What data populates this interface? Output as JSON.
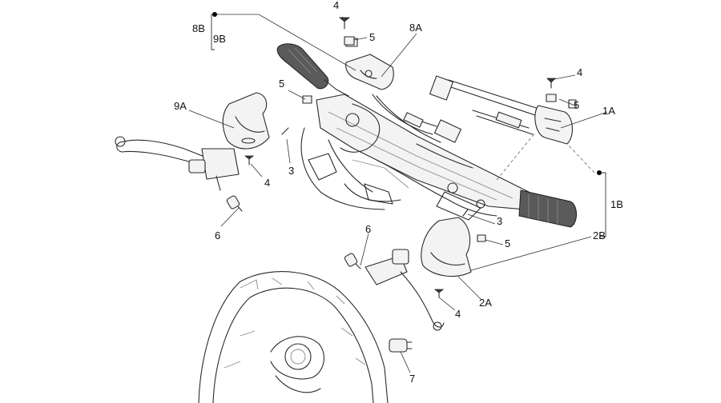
{
  "callouts": {
    "c4_top": "4",
    "c5_top": "5",
    "c8b": "8B",
    "c9b": "9B",
    "c8a": "8A",
    "c4_right_top": "4",
    "c5_right_top": "5",
    "c1a": "1A",
    "c5_left": "5",
    "c9a": "9A",
    "c3_left": "3",
    "c4_left": "4",
    "c6_left": "6",
    "c1b": "1B",
    "c3_right": "3",
    "c2b": "2B",
    "c5_right_mid": "5",
    "c6_mid": "6",
    "c2a": "2A",
    "c4_bottom": "4",
    "c7": "7"
  }
}
